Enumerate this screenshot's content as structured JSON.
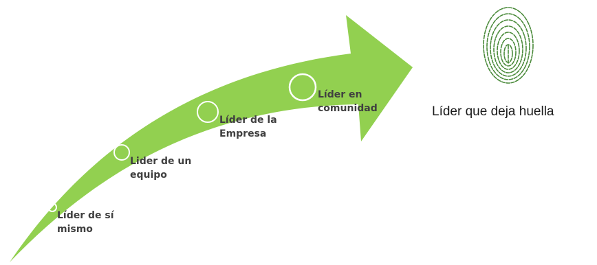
{
  "colors": {
    "arrow_fill": "#92d050",
    "ring_stroke": "#ffffff",
    "label_text": "#404040",
    "fingerprint": "#4a8a3a"
  },
  "stages": [
    {
      "line1": "Líder de sí",
      "line2": "mismo"
    },
    {
      "line1": "Lider de un",
      "line2": "equipo"
    },
    {
      "line1": "Líder de la",
      "line2": "Empresa"
    },
    {
      "line1": "Líder en",
      "line2": "comunidad"
    }
  ],
  "goal": {
    "label": "Líder que deja huella",
    "icon": "fingerprint-icon"
  }
}
